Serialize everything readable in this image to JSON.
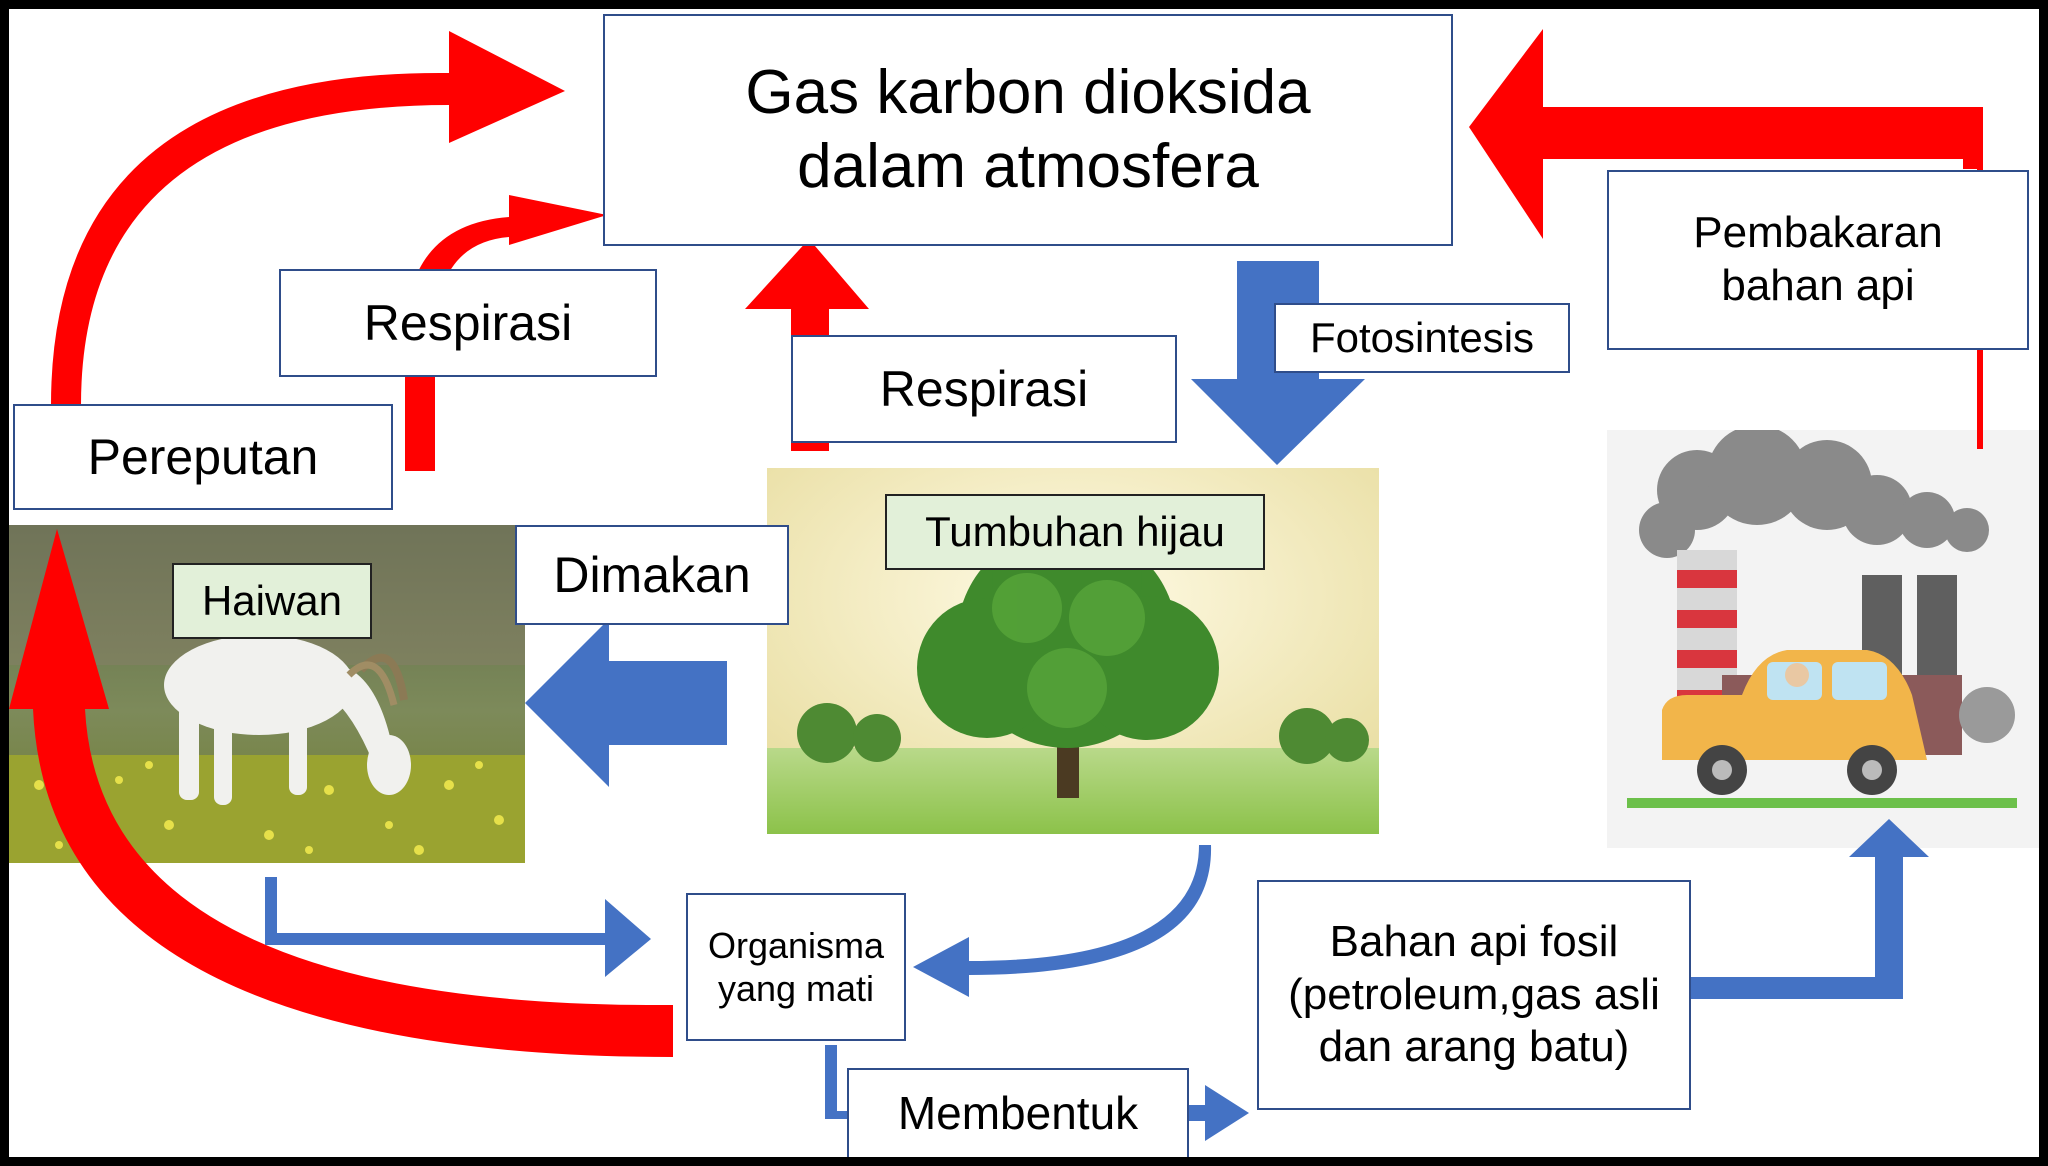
{
  "labels": {
    "atmosphere": "Gas karbon dioksida\ndalam atmosfera",
    "respiration_animal": "Respirasi",
    "respiration_plant": "Respirasi",
    "decomposition": "Pereputan",
    "photosynthesis": "Fotosintesis",
    "combustion": "Pembakaran\nbahan api",
    "eaten": "Dimakan",
    "animal": "Haiwan",
    "green_plant": "Tumbuhan hijau",
    "dead_organism": "Organisma\nyang mati",
    "fossil_fuel": "Bahan api fosil\n(petroleum,gas asli\ndan arang batu)",
    "forms": "Membentuk"
  },
  "colors": {
    "release_arrow": "#ff0000",
    "flow_arrow": "#4472c4",
    "label_border": "#2f4d8a",
    "name_tag_fill": "#e2f0d9"
  }
}
